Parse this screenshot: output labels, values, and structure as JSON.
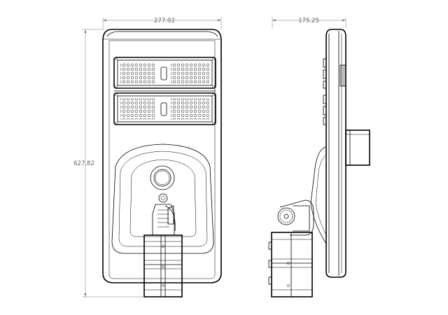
{
  "dimensions": {
    "front_width": "277.92",
    "side_depth": "175.25",
    "height": "627.82"
  },
  "colors": {
    "line": "#000000",
    "dimension_line": "#777777",
    "dimension_text": "#666666",
    "background": "#ffffff"
  }
}
